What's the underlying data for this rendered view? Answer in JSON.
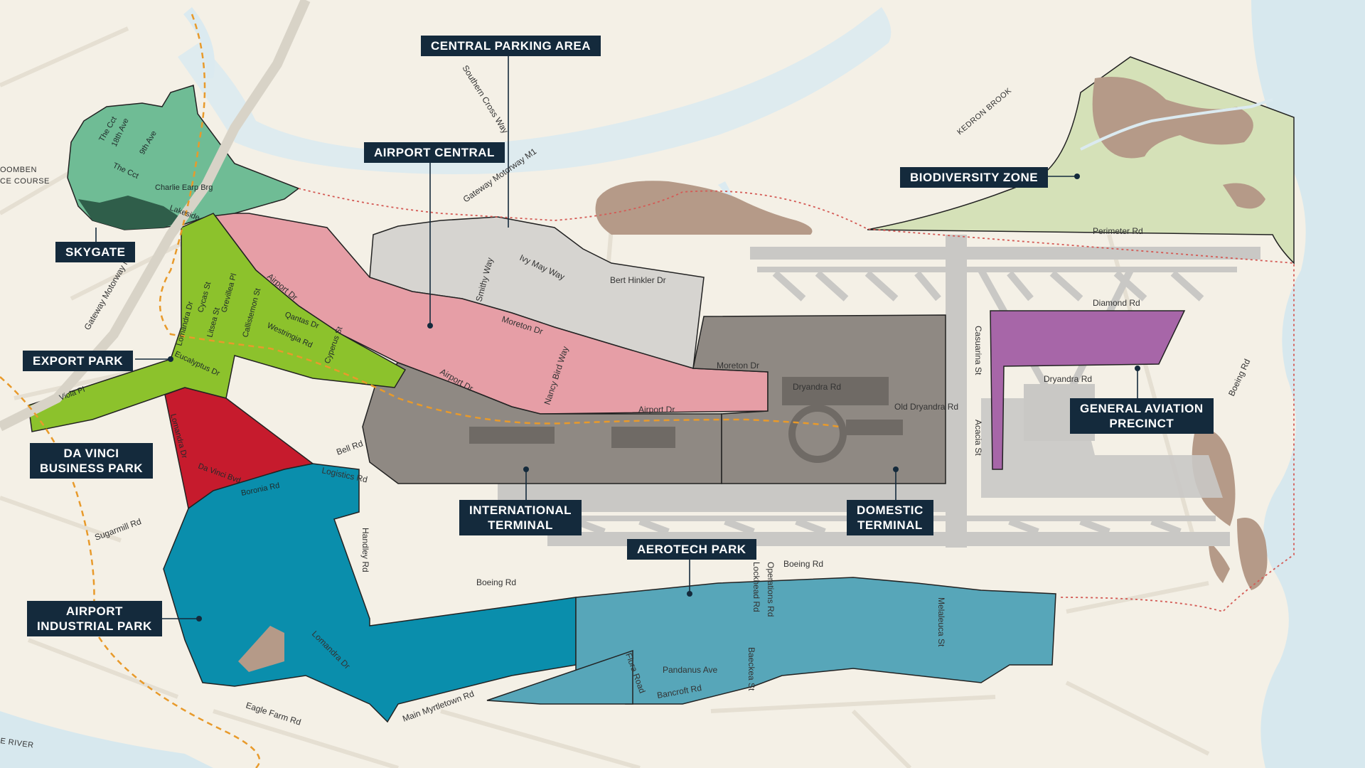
{
  "map": {
    "colors": {
      "land": "#f4f0e6",
      "water": "#d7e8ee",
      "river": "#dbeaf0",
      "runway": "#c9c8c5",
      "dirt": "#b59a88",
      "skygate": "#6fbc95",
      "export_park": "#8cc22c",
      "da_vinci": "#c61b2d",
      "airport_central": "#e69ea6",
      "central_parking": "#d6d4d0",
      "terminals": "#8f8983",
      "biodiversity": "#d5e1b8",
      "general_aviation": "#a766a8",
      "industrial_park": "#0a8eac",
      "aerotech_park": "#57a6b9",
      "label_bg": "#142a3c"
    },
    "precinct_labels": {
      "central_parking": [
        "CENTRAL PARKING AREA"
      ],
      "airport_central": [
        "AIRPORT CENTRAL"
      ],
      "biodiversity": [
        "BIODIVERSITY ZONE"
      ],
      "skygate": [
        "SKYGATE"
      ],
      "export_park": [
        "EXPORT PARK"
      ],
      "da_vinci": [
        "DA VINCI",
        "BUSINESS PARK"
      ],
      "international": [
        "INTERNATIONAL",
        "TERMINAL"
      ],
      "domestic": [
        "DOMESTIC",
        "TERMINAL"
      ],
      "general_aviation": [
        "GENERAL AVIATION",
        "PRECINCT"
      ],
      "aerotech": [
        "AEROTECH PARK"
      ],
      "industrial": [
        "AIRPORT",
        "INDUSTRIAL PARK"
      ]
    },
    "road_labels": {
      "southern_cross_way": "Southern Cross Way",
      "gateway_motorway_m1_top": "Gateway Motorway  M1",
      "gateway_motorway_m1_left": "Gateway Motorway M1",
      "kedron_brook": "KEDRON BROOK",
      "perimeter_rd": "Perimeter Rd",
      "diamond_rd": "Diamond Rd",
      "bert_hinkler_dr": "Bert Hinkler Dr",
      "ivy_may_way": "Ivy May Way",
      "smithy_way": "Smithy Way",
      "moreton_dr_1": "Moreton Dr",
      "moreton_dr_2": "Moreton Dr",
      "airport_dr_1": "Airport Dr",
      "airport_dr_2": "Airport Dr",
      "airport_dr_3": "Airport Dr",
      "nancy_bird_way": "Nancy Bird Way",
      "dryandra_rd_1": "Dryandra Rd",
      "dryandra_rd_2": "Dryandra Rd",
      "old_dryandra_rd": "Old Dryandra Rd",
      "casuarina_st": "Casuarina St",
      "acacia_st": "Acacia St",
      "boeing_rd_1": "Boeing Rd",
      "boeing_rd_2": "Boeing Rd",
      "boeing_rd_3": "Boeing Rd",
      "bell_rd": "Bell Rd",
      "logistics_rd": "Logistics Rd",
      "handley_rd": "Handley Rd",
      "sugarmill_rd": "Sugarmill Rd",
      "lomandra_dr_1": "Lomandra Dr",
      "lomandra_dr_2": "Lomandra Dr",
      "lomandra_dr_3": "Lomandra Dr",
      "da_vinci_blvd": "Da Vinci Bvd",
      "boronia_rd": "Boronia Rd",
      "eagle_farm_rd": "Eagle Farm Rd",
      "main_myrtletown_rd": "Main Myrtletown Rd",
      "pandanus_ave": "Pandanus Ave",
      "bancroft_rd": "Bancroft Rd",
      "flora_road": "Flora Road",
      "lockhead_rd": "Lockhead Rd",
      "operations_rd": "Operations Rd",
      "baeckea_st": "Baeckea St",
      "melaleuca_st": "Melaleuca St",
      "viola_pl": "Viola Pl",
      "eucalyptus_dr": "Eucalyptus Dr",
      "cycas_st": "Cycas St",
      "litsea_st": "Litsea St",
      "grevillea_pl": "Grevillea Pl",
      "callistemon_st": "Callistemon St",
      "qantas_dr": "Qantas Dr",
      "westringia_rd": "Westringia Rd",
      "cyperus_st": "Cyperus St",
      "the_cct_1": "The Cct",
      "the_cct_2": "The Cct",
      "18th_ave": "18th Ave",
      "9th_ave": "9th Ave",
      "charlie_earp_brg": "Charlie Earp Brg",
      "lakeside": "Lakeside",
      "racecourse_1": "OOMBEN",
      "racecourse_2": "CE COURSE",
      "river": "E RIVER"
    }
  }
}
